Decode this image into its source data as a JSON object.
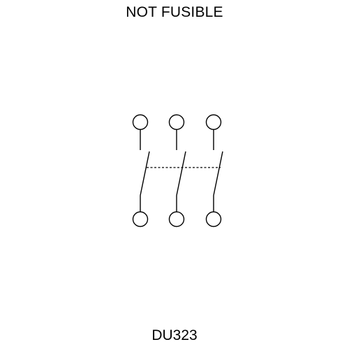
{
  "title": "NOT FUSIBLE",
  "model": "DU323",
  "diagram": {
    "type": "3-pole switch",
    "poles": 3,
    "mechanical_link": "dashed"
  }
}
